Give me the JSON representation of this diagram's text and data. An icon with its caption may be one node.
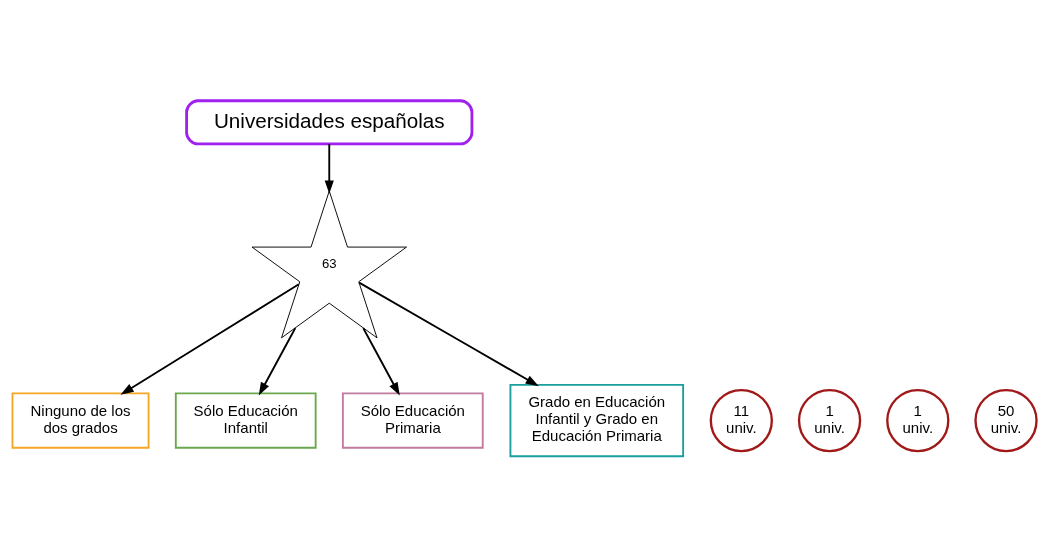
{
  "diagram": {
    "nodes": [
      {
        "text": [
          "Universidades españolas"
        ]
      },
      {
        "text": [
          "63"
        ]
      },
      {
        "text": [
          "11 univ."
        ]
      },
      {
        "text": [
          "Ninguno de los dos grados"
        ]
      },
      {
        "text": [
          "1 univ."
        ]
      },
      {
        "text": [
          "Sólo Educación Infantil"
        ]
      },
      {
        "text": [
          "1 univ."
        ]
      },
      {
        "text": [
          "Sólo Educación Primaria"
        ]
      },
      {
        "text": [
          "50 univ."
        ]
      },
      {
        "text": [
          "Grado en Educación Infantil y Grado en Educación Primaria"
        ]
      }
    ],
    "edges": [
      {
        "from": 0,
        "to": 1,
        "arrow": "to"
      },
      {
        "from": 1,
        "to": 3,
        "arrow": "to"
      },
      {
        "from": 1,
        "to": 5,
        "arrow": "to"
      },
      {
        "from": 1,
        "to": 7,
        "arrow": "to"
      },
      {
        "from": 1,
        "to": 9,
        "arrow": "to"
      }
    ]
  }
}
